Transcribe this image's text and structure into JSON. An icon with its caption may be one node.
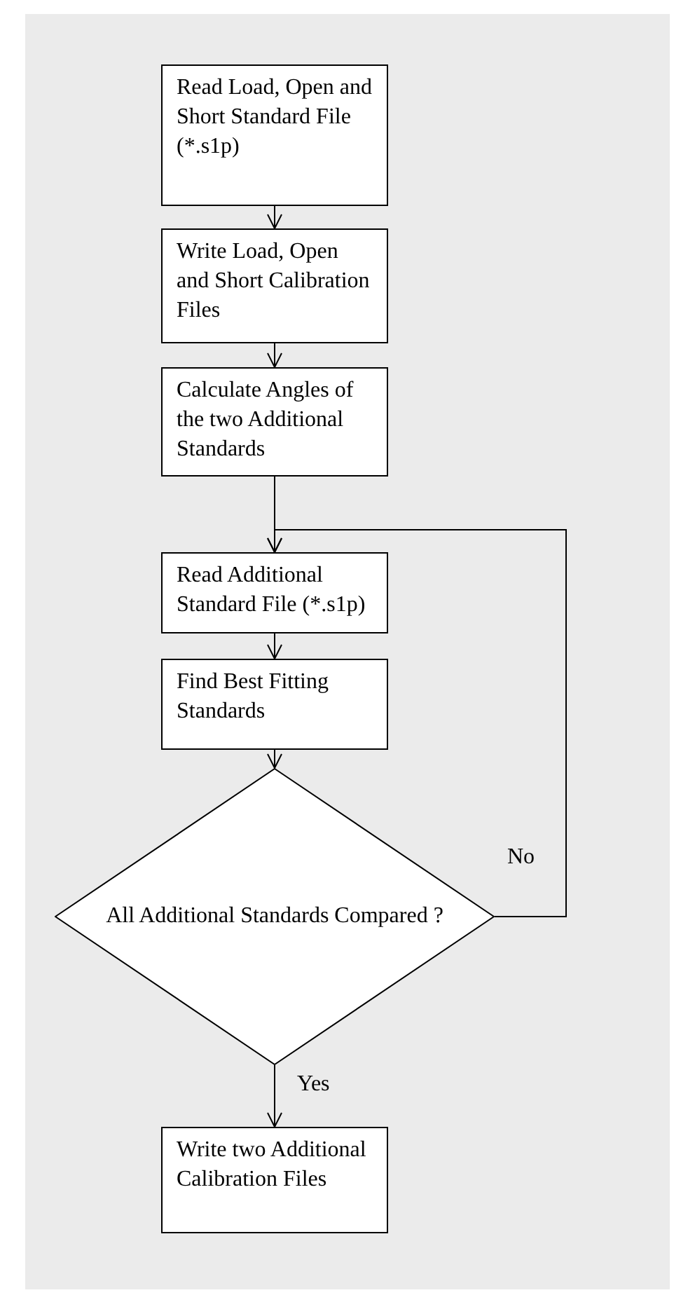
{
  "diagram": {
    "nodes": [
      {
        "text": [
          "Read Load, Open and Short Standard File (*.s1p)"
        ]
      },
      {
        "text": [
          "Write Load, Open and Short Calibration Files"
        ]
      },
      {
        "text": [
          "Calculate Angles of the two Additional Standards"
        ]
      },
      {
        "text": [
          "Read Additional Standard File (*.s1p)"
        ]
      },
      {
        "text": [
          "Find Best Fitting Standards"
        ]
      },
      {
        "text": [
          "All Additional Standards Compared ?"
        ]
      },
      {
        "text": [
          "Write two Additional Calibration Files"
        ]
      }
    ],
    "edges": [
      {
        "from": 0,
        "to": 1,
        "arrow": "to"
      },
      {
        "from": 1,
        "to": 2,
        "arrow": "to"
      },
      {
        "from": 2,
        "to": 3,
        "arrow": "to"
      },
      {
        "from": 3,
        "to": 4,
        "arrow": "to"
      },
      {
        "from": 4,
        "to": 5,
        "arrow": "to"
      },
      {
        "from": 5,
        "to": 3,
        "arrow": "to",
        "label": "No"
      },
      {
        "from": 5,
        "to": 6,
        "arrow": "to",
        "label": "Yes"
      }
    ]
  }
}
